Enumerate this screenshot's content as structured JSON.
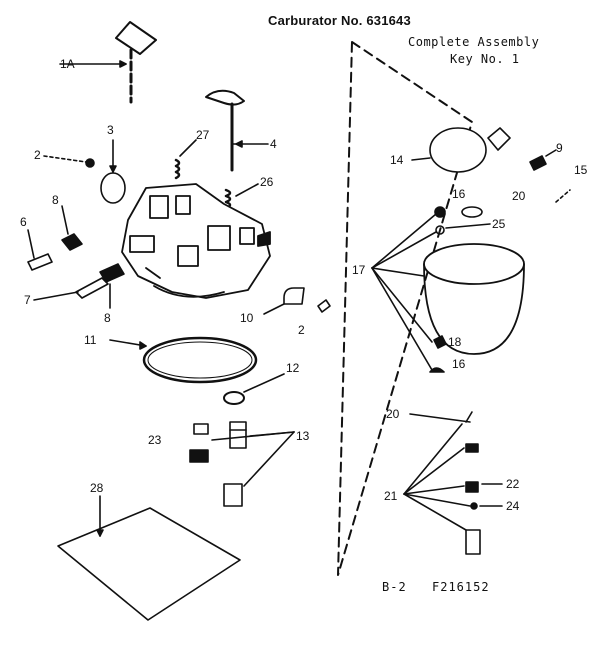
{
  "header": {
    "title": "Carburator No. 631643",
    "subtitle_line1": "Complete Assembly",
    "subtitle_line2": "Key No. 1"
  },
  "footer": {
    "sheet": "B-2",
    "figure_code": "F216152"
  },
  "callouts": [
    "1A",
    "2",
    "3",
    "27",
    "4",
    "26",
    "8",
    "6",
    "7",
    "8",
    "10",
    "2",
    "11",
    "12",
    "23",
    "13",
    "28",
    "14",
    "16",
    "20",
    "9",
    "15",
    "25",
    "17",
    "18",
    "16",
    "20",
    "22",
    "21",
    "24"
  ],
  "colors": {
    "ink": "#111111",
    "paper": "#ffffff"
  }
}
